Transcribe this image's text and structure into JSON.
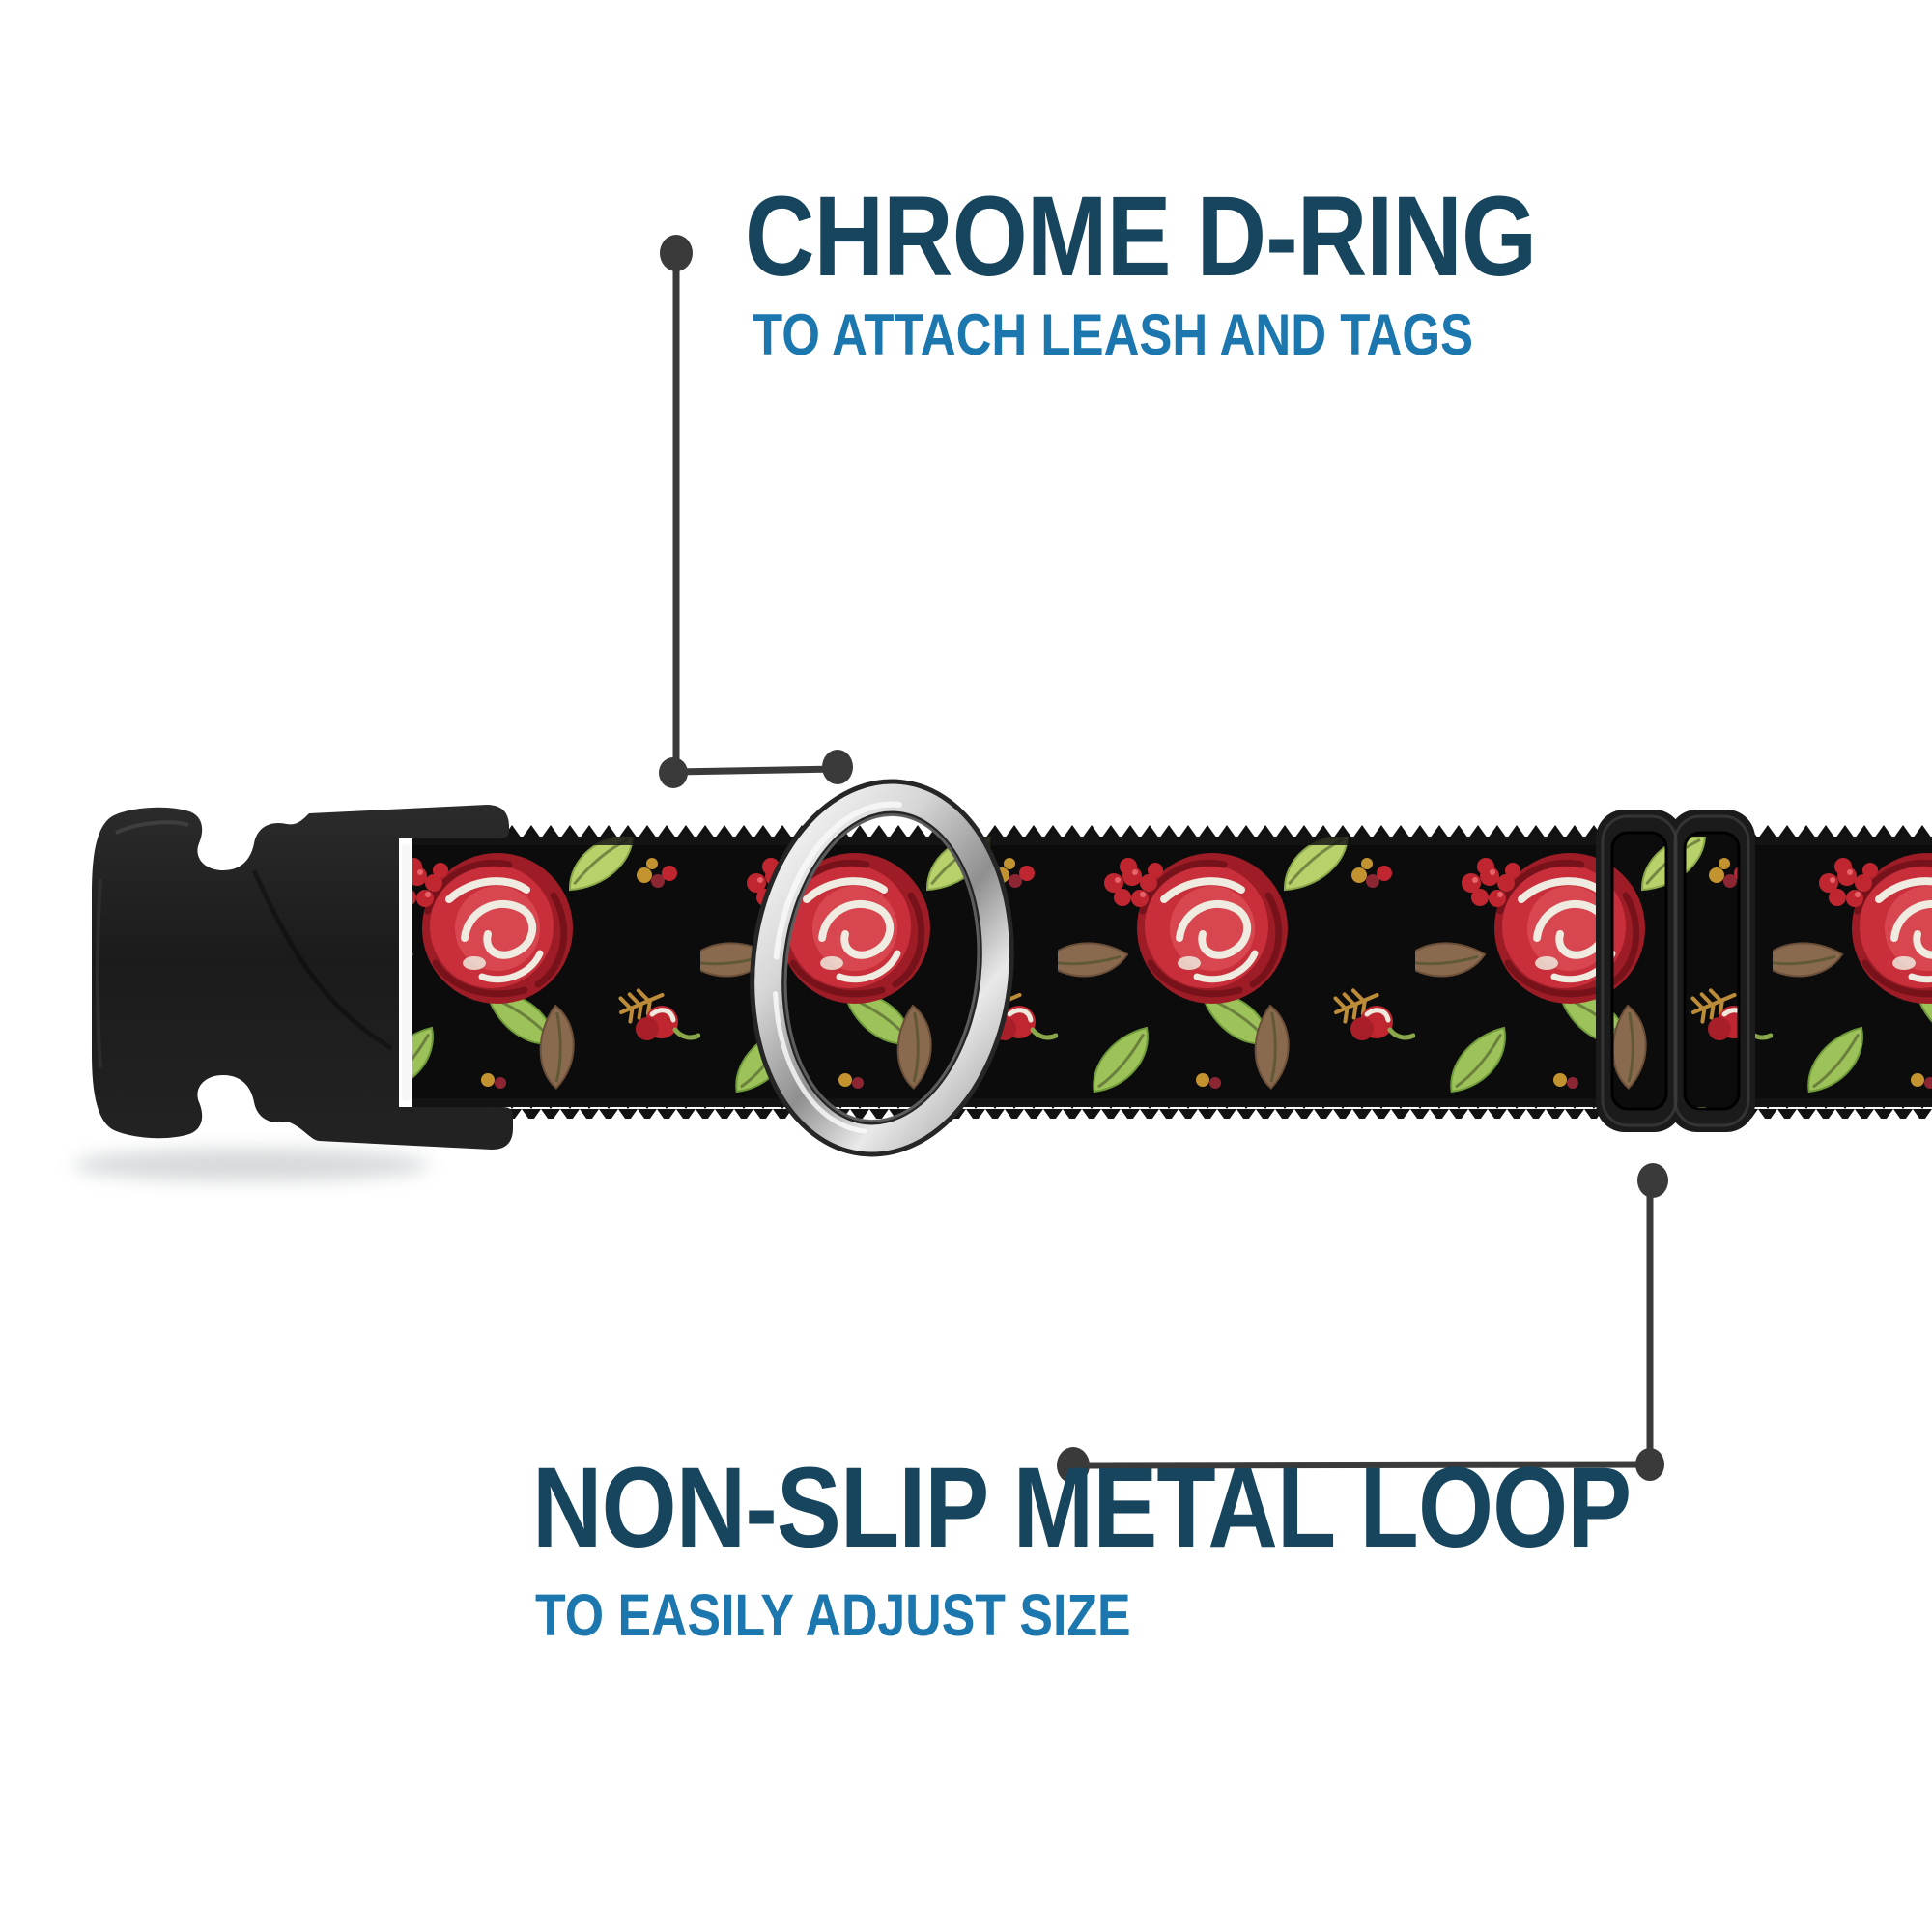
{
  "callouts": {
    "top": {
      "title": "CHROME D-RING",
      "subtitle": "TO ATTACH LEASH AND TAGS"
    },
    "bottom": {
      "title": "NON-SLIP METAL LOOP",
      "subtitle": "TO EASILY ADJUST SIZE"
    }
  },
  "colors": {
    "title_blue": "#17455e",
    "subtitle_blue": "#1b77ae",
    "callout_gray": "#3a3a3a",
    "strap_black": "#0c0c0c",
    "rose_red": "#c92f3a",
    "rose_dark_red": "#9e1c26",
    "highlight_cream": "#f0ebe0",
    "leaf_green": "#9dc25a",
    "leaf_yellow_green": "#b8d16a",
    "leaf_brown": "#8a6a4e",
    "gold": "#bd8c38",
    "chrome_light": "#f2f2f2",
    "chrome_dark": "#8f8f8f",
    "plastic_black": "#1e1e1e",
    "background": "#ffffff"
  },
  "parts": {
    "buckle": "side-release-buckle",
    "ring": "chrome-d-ring",
    "slider": "tri-glide-slider",
    "strap": "floral-print-strap"
  }
}
